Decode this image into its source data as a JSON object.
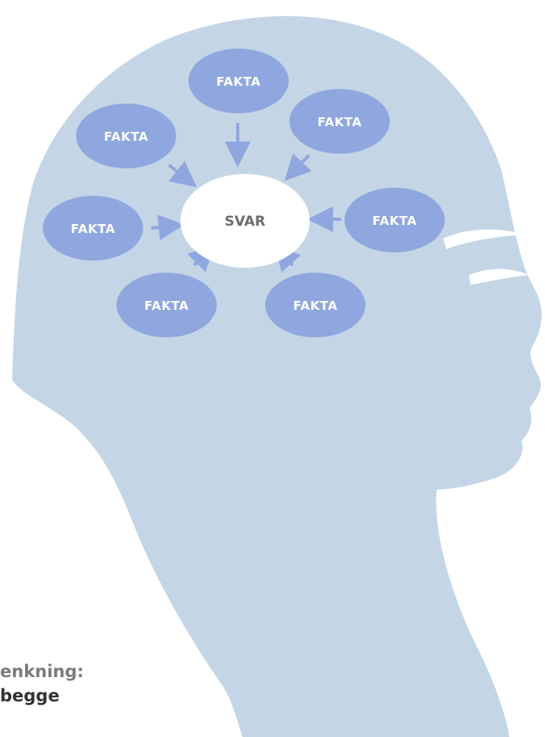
{
  "center": {
    "label": "SVAR",
    "color": "#ffffff"
  },
  "nodes": [
    {
      "label": "FAKTA"
    },
    {
      "label": "FAKTA"
    },
    {
      "label": "FAKTA"
    },
    {
      "label": "FAKTA"
    },
    {
      "label": "FAKTA"
    },
    {
      "label": "FAKTA"
    },
    {
      "label": "FAKTA"
    }
  ],
  "colors": {
    "head": "#c4d5e6",
    "node": "#8fa7de",
    "arrow": "#8fa7de"
  },
  "caption": {
    "line1": "enkning:",
    "line2": "begge"
  }
}
